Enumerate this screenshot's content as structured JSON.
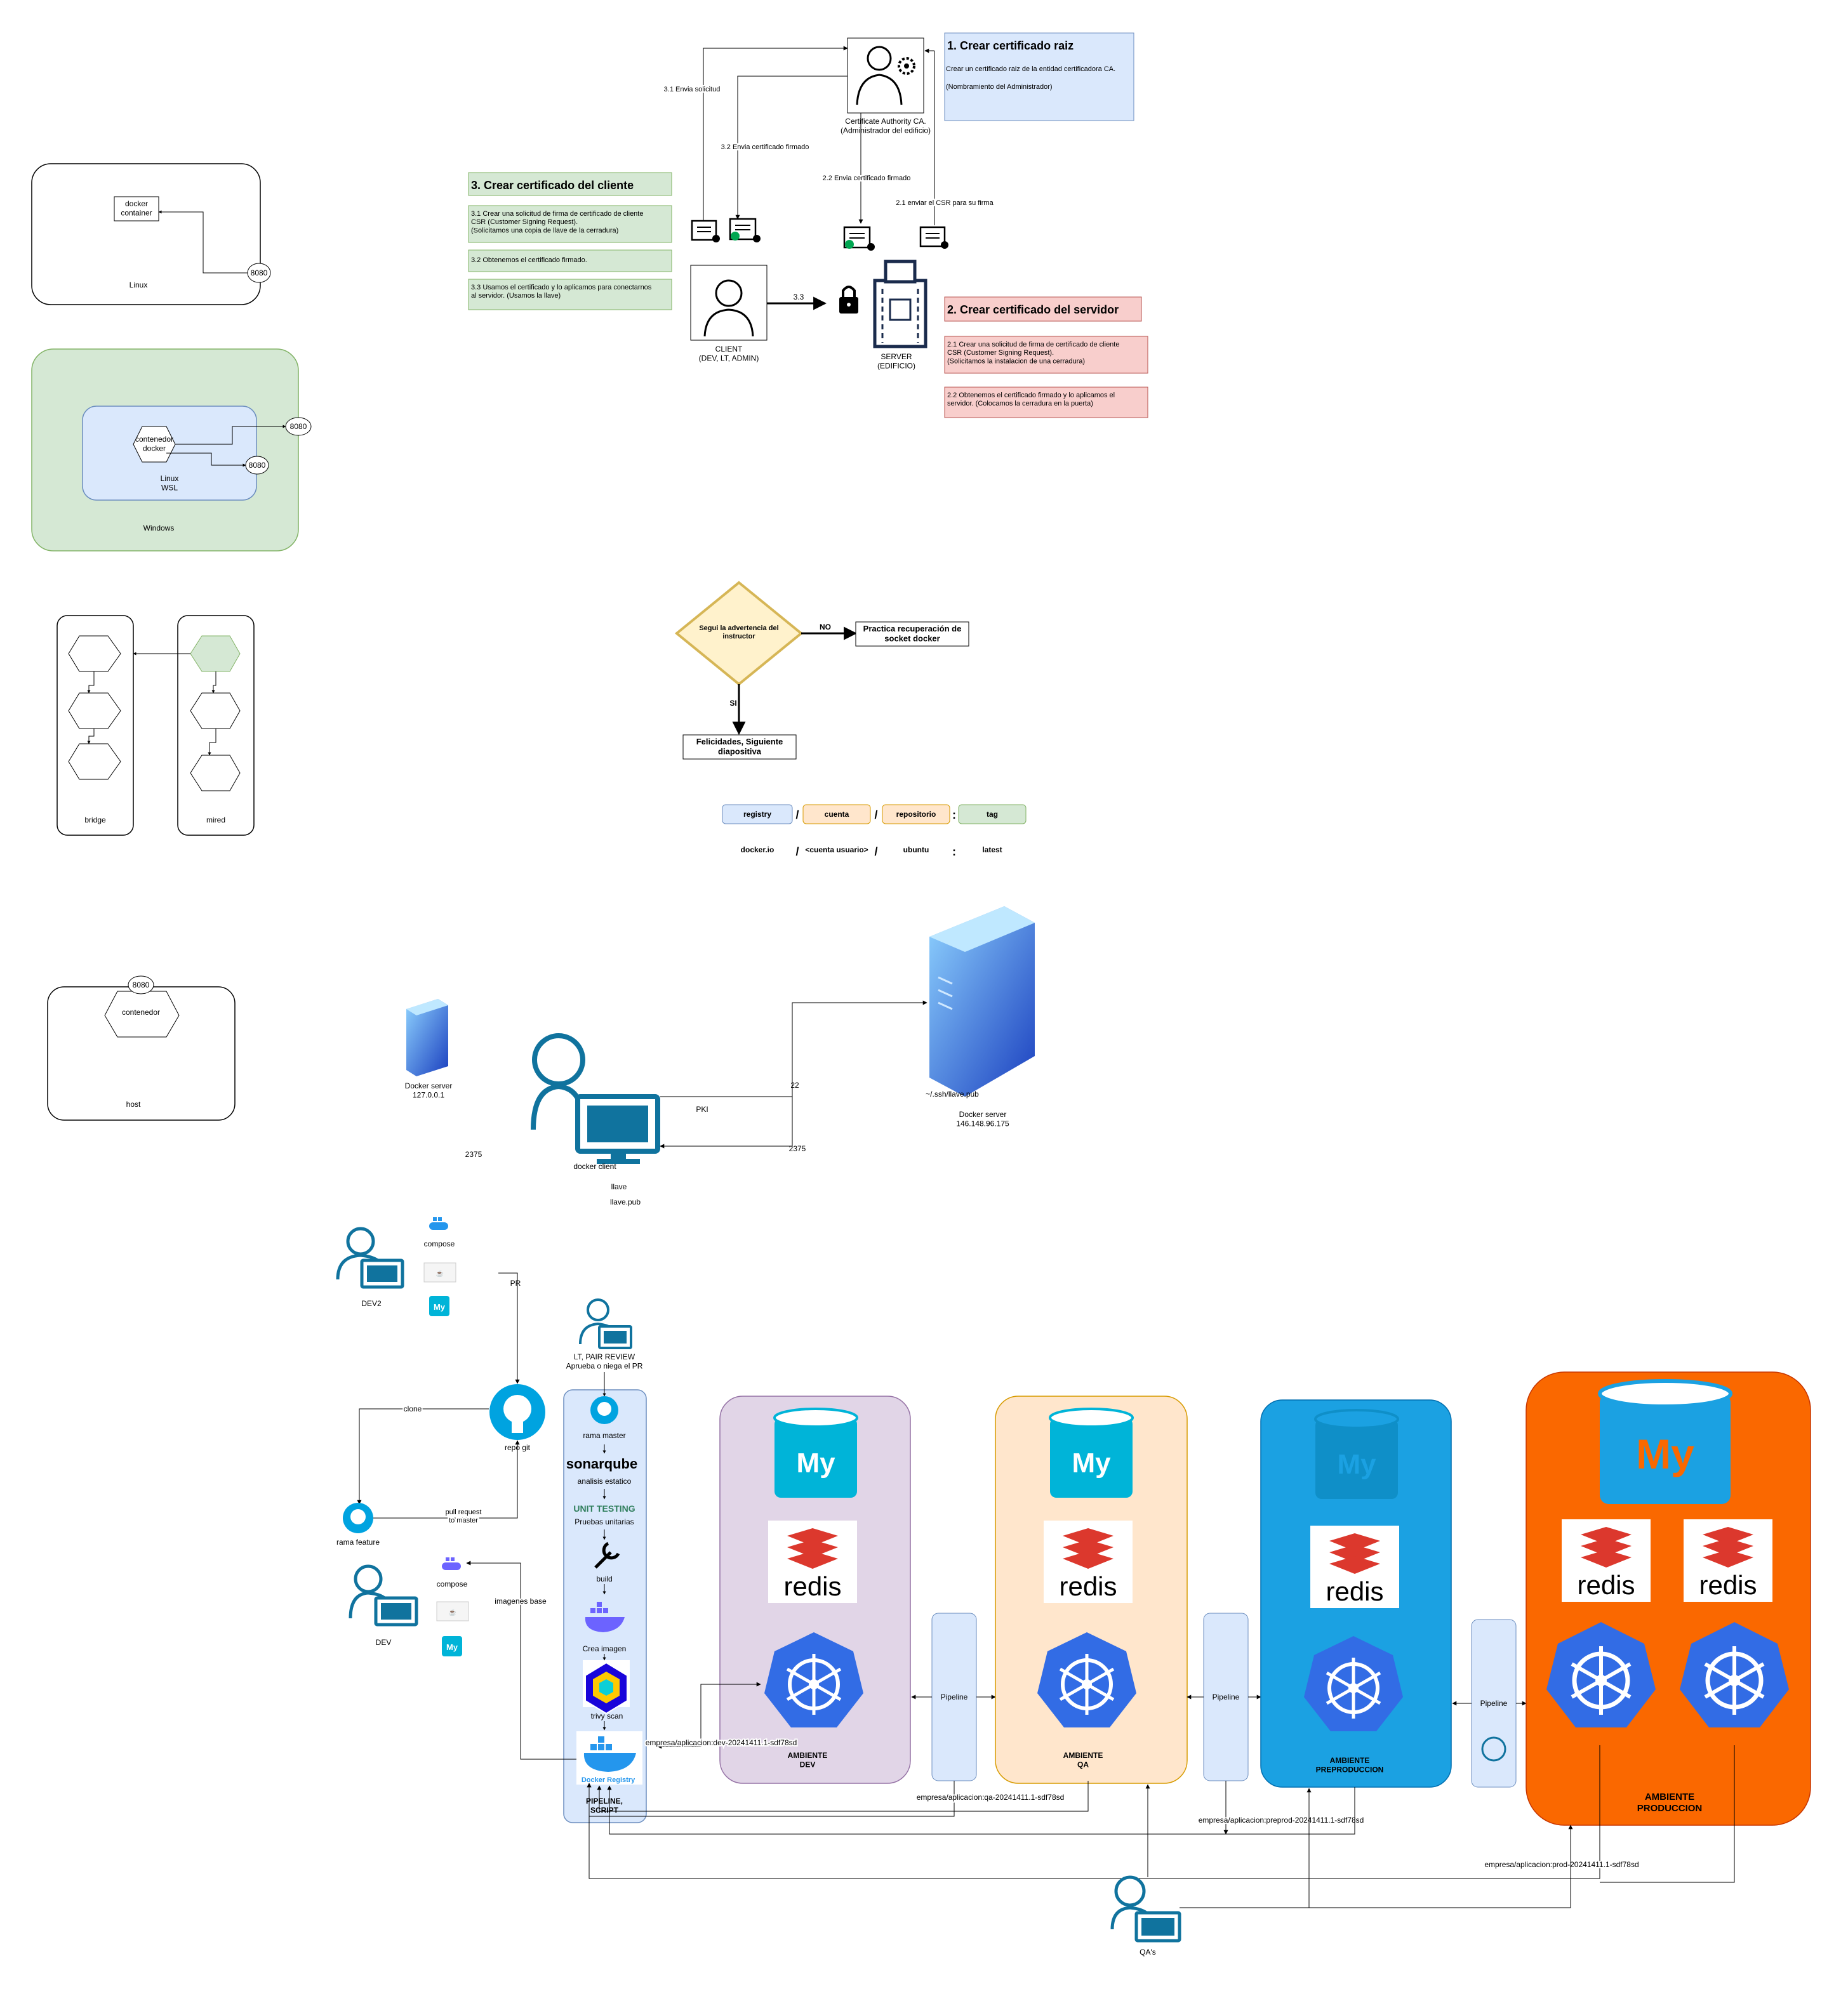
{
  "colors": {
    "green_env": "#d5e8d4",
    "green_border": "#82b366",
    "blue_env": "#dae8fc",
    "blue_border": "#6c8ebf",
    "red_env": "#f8cecc",
    "red_border": "#b85450",
    "orange_env": "#ffe6cc",
    "orange_border": "#d79b00",
    "purple_env": "#e1d5e7",
    "purple_border": "#9673a6",
    "preprod": "#1ba1e2",
    "prod": "#fa6800",
    "k8s": "#326ce5",
    "redis": "#dc382d",
    "mysql": "#00b4d8",
    "yellow": "#fff2cc",
    "yellow_border": "#d6b656",
    "person": "#10739e"
  },
  "linux": {
    "container": "docker\ncontainer",
    "port": "8080",
    "label": "Linux"
  },
  "windows": {
    "container": "contenedor\ndocker",
    "port1": "8080",
    "port2": "8080",
    "wsl": "Linux\nWSL",
    "label": "Windows"
  },
  "networks": {
    "bridge": "bridge",
    "mired": "mired"
  },
  "host": {
    "port": "8080",
    "container": "contenedor",
    "label": "host"
  },
  "pki": {
    "ca_label": "Certificate Authority CA.\n(Administrador del edificio)",
    "step1_title": "1. Crear certificado raiz",
    "step1_text": "Crear un certificado raiz de la entidad certificadora CA.",
    "step1_note": "(Nombramiento del Administrador)",
    "step2_title": "2. Crear certificado del servidor",
    "step2_1": "2.1 Crear una solicitud de firma de certificado de cliente\nCSR (Customer Signing Request).\n(Solicitamos la instalacion de una cerradura)",
    "step2_2": "2.2 Obtenemos el certificado firmado y lo aplicamos el\nservidor. (Colocamos la cerradura en la puerta)",
    "step3_title": "3. Crear certificado del cliente",
    "step3_1": "3.1 Crear una solicitud de firma de certificado de cliente\nCSR (Customer Signing Request).\n(Solicitamos una copia de llave de la cerradura)",
    "step3_2": "3.2 Obtenemos el certificado firmado.",
    "step3_3": "3.3 Usamos el certificado y lo aplicamos para conectarnos\nal servidor. (Usamos la llave)",
    "arrow_31": "3.1 Envia solicitud",
    "arrow_32": "3.2 Envia certificado firmado",
    "arrow_22": "2.2 Envia certificado firmado",
    "arrow_21": "2.1 enviar el CSR para su firma",
    "arrow_33": "3.3",
    "client_label": "CLIENT\n(DEV, LT, ADMIN)",
    "server_label": "SERVER\n(EDIFICIO)"
  },
  "flow": {
    "decision": "Segui la advertencia del\ninstructor",
    "no": "NO",
    "si": "SI",
    "no_result": "Practica recuperación de\nsocket docker",
    "si_result": "Felicidades, Siguiente\ndiapositiva"
  },
  "image_name": {
    "parts": [
      "registry",
      "cuenta",
      "repositorio",
      "tag"
    ],
    "seps": [
      "/",
      "/",
      ":"
    ],
    "examples": [
      "docker.io",
      "<cuenta usuario>",
      "ubuntu",
      "latest"
    ],
    "example_seps": [
      "/",
      "/",
      ":"
    ]
  },
  "remote": {
    "local_server": "Docker server\n127.0.0.1",
    "client": "docker client",
    "port_2375": "2375",
    "port_2375_left": "2375",
    "port_22": "22",
    "pki": "PKI",
    "key_file": "~/.ssh/llave.pub",
    "remote_server": "Docker server\n146.148.96.175",
    "llave": "llave",
    "llave_pub": "llave.pub"
  },
  "pipeline": {
    "dev2": "DEV2",
    "dev": "DEV",
    "compose": "compose",
    "compose2": "compose",
    "pr": "PR",
    "repo": "repo git",
    "clone": "clone",
    "feature": "rama feature",
    "pull_request": "pull request\nto master",
    "imagenes_base": "imagenes base",
    "lt": "LT, PAIR REVIEW\nAprueba o niega el PR",
    "rama_master": "rama master",
    "sonar": "sonarqube",
    "analisis": "analisis estatico",
    "unit": "UNIT TESTING",
    "pruebas": "Pruebas unitarias",
    "build": "build",
    "crea_imagen": "Crea imagen",
    "trivy": "trivy scan",
    "registry": "Docker Registry",
    "pipeline_script": "PIPELINE,\nSCRIPT",
    "tag_dev": "empresa/aplicacion:dev-20241411.1-sdf78sd",
    "tag_qa": "empresa/aplicacion:qa-20241411.1-sdf78sd",
    "tag_preprod": "empresa/aplicacion:preprod-20241411.1-sdf78sd",
    "tag_prod": "empresa/aplicacion:prod-20241411.1-sdf78sd",
    "env_dev": "AMBIENTE\nDEV",
    "env_qa": "AMBIENTE\nQA",
    "env_preprod": "AMBIENTE\nPREPRODUCCION",
    "env_prod": "AMBIENTE\nPRODUCCION",
    "pipeline_label": "Pipeline",
    "qas": "QA's",
    "redis": "redis",
    "my": "My"
  }
}
